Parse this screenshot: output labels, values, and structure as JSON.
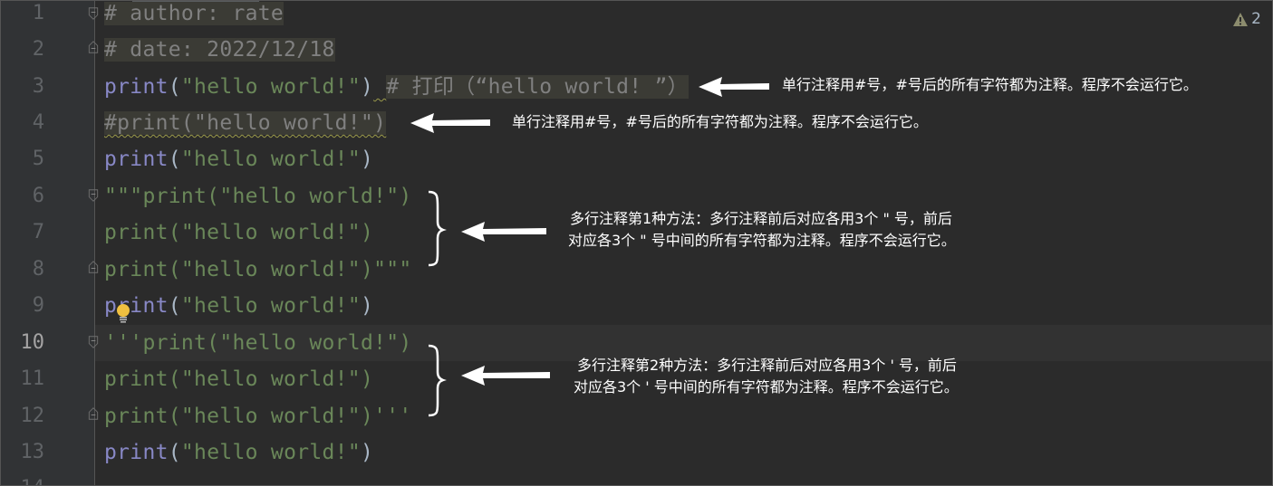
{
  "editor": {
    "warnings": {
      "icon": "warning-triangle-icon",
      "count": "2"
    },
    "current_line": 10,
    "colors": {
      "background": "#2b2b2b",
      "gutter": "#313335",
      "keyword": "#8888c6",
      "string": "#6a8759",
      "comment": "#808080",
      "paren": "#a9b7c6",
      "annotation_text": "#ffffff"
    },
    "lines": [
      {
        "number": "1",
        "parts": {
          "comment": "# author: rate"
        }
      },
      {
        "number": "2",
        "parts": {
          "comment": "# date: 2022/12/18"
        }
      },
      {
        "number": "3",
        "parts": {
          "kw": "print",
          "open": "(",
          "str": "\"hello world!\"",
          "close": ")",
          "comment": "# 打印（“hello world! ”）"
        }
      },
      {
        "number": "4",
        "parts": {
          "comment": "#print(\"hello world!\")"
        }
      },
      {
        "number": "5",
        "parts": {
          "kw": "print",
          "open": "(",
          "str": "\"hello world!\"",
          "close": ")"
        }
      },
      {
        "number": "6",
        "parts": {
          "doc": "\"\"\"print(\"hello world!\")"
        }
      },
      {
        "number": "7",
        "parts": {
          "doc": "print(\"hello world!\")"
        }
      },
      {
        "number": "8",
        "parts": {
          "doc": "print(\"hello world!\")\"\"\""
        }
      },
      {
        "number": "9",
        "parts": {
          "kw": "print",
          "open": "(",
          "str": "\"hello world!\"",
          "close": ")"
        }
      },
      {
        "number": "10",
        "parts": {
          "doc": "'''print(\"hello world!\")"
        }
      },
      {
        "number": "11",
        "parts": {
          "doc": "print(\"hello world!\")"
        }
      },
      {
        "number": "12",
        "parts": {
          "doc": "print(\"hello world!\")'''"
        }
      },
      {
        "number": "13",
        "parts": {
          "kw": "print",
          "open": "(",
          "str": "\"hello world!\"",
          "close": ")"
        }
      },
      {
        "number": "14",
        "parts": {}
      }
    ]
  },
  "annotations": [
    {
      "id": "single-line-1",
      "text": "单行注释用#号，#号后的所有字符都为注释。程序不会运行它。"
    },
    {
      "id": "single-line-2",
      "text": "单行注释用#号，#号后的所有字符都为注释。程序不会运行它。"
    },
    {
      "id": "multi-line-1",
      "lines": [
        "多行注释第1种方法：多行注释前后对应各用3个 \" 号，前后",
        "对应各3个 \" 号中间的所有字符都为注释。程序不会运行它。"
      ]
    },
    {
      "id": "multi-line-2",
      "lines": [
        "多行注释第2种方法：多行注释前后对应各用3个 ' 号，前后",
        "对应各3个 ' 号中间的所有字符都为注释。程序不会运行它。"
      ]
    }
  ]
}
